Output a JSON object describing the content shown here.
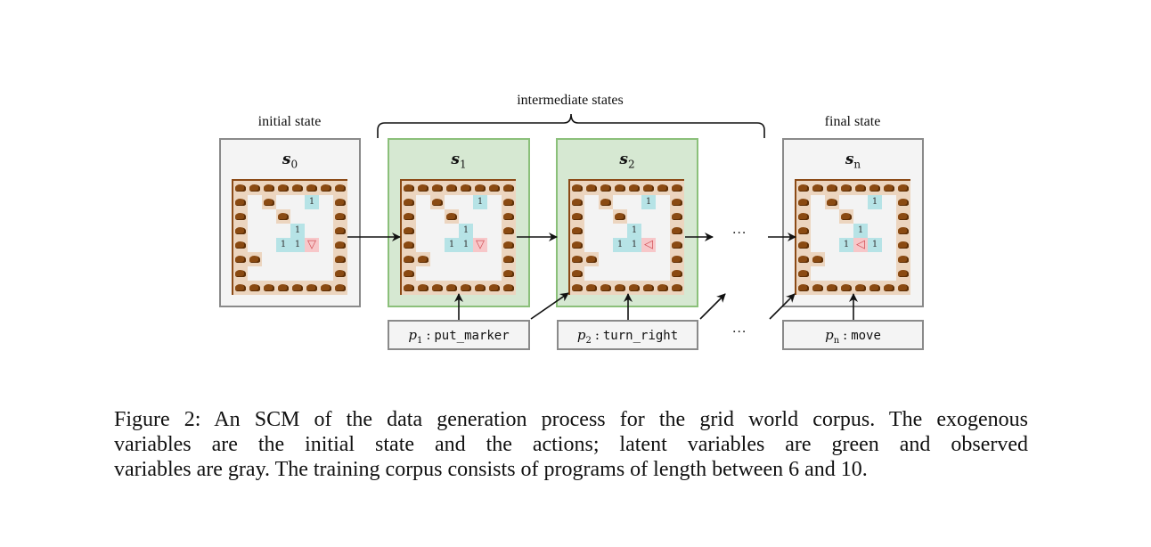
{
  "figure": {
    "labels": {
      "initial": "initial state",
      "intermediate": "intermediate states",
      "final": "final state"
    },
    "states": [
      {
        "id": "s0",
        "symbol": "s",
        "subscript": "0",
        "kind": "observed",
        "agent": {
          "row": 4,
          "col": 5,
          "glyph": "▽",
          "direction": "down"
        },
        "markers": [
          {
            "row": 1,
            "col": 5,
            "count": "1"
          },
          {
            "row": 3,
            "col": 4,
            "count": "1"
          },
          {
            "row": 4,
            "col": 3,
            "count": "1"
          },
          {
            "row": 4,
            "col": 4,
            "count": "1"
          }
        ]
      },
      {
        "id": "s1",
        "symbol": "s",
        "subscript": "1",
        "kind": "latent",
        "agent": {
          "row": 4,
          "col": 5,
          "glyph": "▽",
          "direction": "down"
        },
        "markers": [
          {
            "row": 1,
            "col": 5,
            "count": "1"
          },
          {
            "row": 3,
            "col": 4,
            "count": "1"
          },
          {
            "row": 4,
            "col": 3,
            "count": "1"
          },
          {
            "row": 4,
            "col": 4,
            "count": "1"
          }
        ]
      },
      {
        "id": "s2",
        "symbol": "s",
        "subscript": "2",
        "kind": "latent",
        "agent": {
          "row": 4,
          "col": 5,
          "glyph": "◁",
          "direction": "left"
        },
        "markers": [
          {
            "row": 1,
            "col": 5,
            "count": "1"
          },
          {
            "row": 3,
            "col": 4,
            "count": "1"
          },
          {
            "row": 4,
            "col": 3,
            "count": "1"
          },
          {
            "row": 4,
            "col": 4,
            "count": "1"
          }
        ]
      },
      {
        "id": "sn",
        "symbol": "s",
        "subscript": "n",
        "kind": "observed",
        "agent": {
          "row": 4,
          "col": 4,
          "glyph": "◁",
          "direction": "left"
        },
        "markers": [
          {
            "row": 1,
            "col": 5,
            "count": "1"
          },
          {
            "row": 3,
            "col": 4,
            "count": "1"
          },
          {
            "row": 4,
            "col": 3,
            "count": "1"
          },
          {
            "row": 4,
            "col": 5,
            "count": "1"
          }
        ]
      }
    ],
    "interior_walls": [
      {
        "row": 1,
        "col": 2
      },
      {
        "row": 2,
        "col": 3
      },
      {
        "row": 5,
        "col": 1
      }
    ],
    "programs": [
      {
        "symbol": "p",
        "subscript": "1",
        "separator": ":",
        "op": "put_marker"
      },
      {
        "symbol": "p",
        "subscript": "2",
        "separator": ":",
        "op": "turn_right"
      },
      {
        "symbol": "p",
        "subscript": "n",
        "separator": ":",
        "op": "move"
      }
    ],
    "ellipsis": "···"
  },
  "caption": {
    "lines": [
      "Figure 2: An SCM of the data generation process for the grid world corpus. The exogenous",
      "variables are the initial state and the actions; latent variables are green and observed",
      "variables are gray. The training corpus consists of programs of length between 6 and 10."
    ]
  },
  "colors": {
    "latent_fill": "#d6e8d2",
    "latent_border": "#8bc07a",
    "observed_fill": "#f4f4f4",
    "observed_border": "#8a8a8a",
    "wall": "#ecd5bf",
    "marker": "#b6e3e6",
    "agent": "#f7c7c9"
  }
}
